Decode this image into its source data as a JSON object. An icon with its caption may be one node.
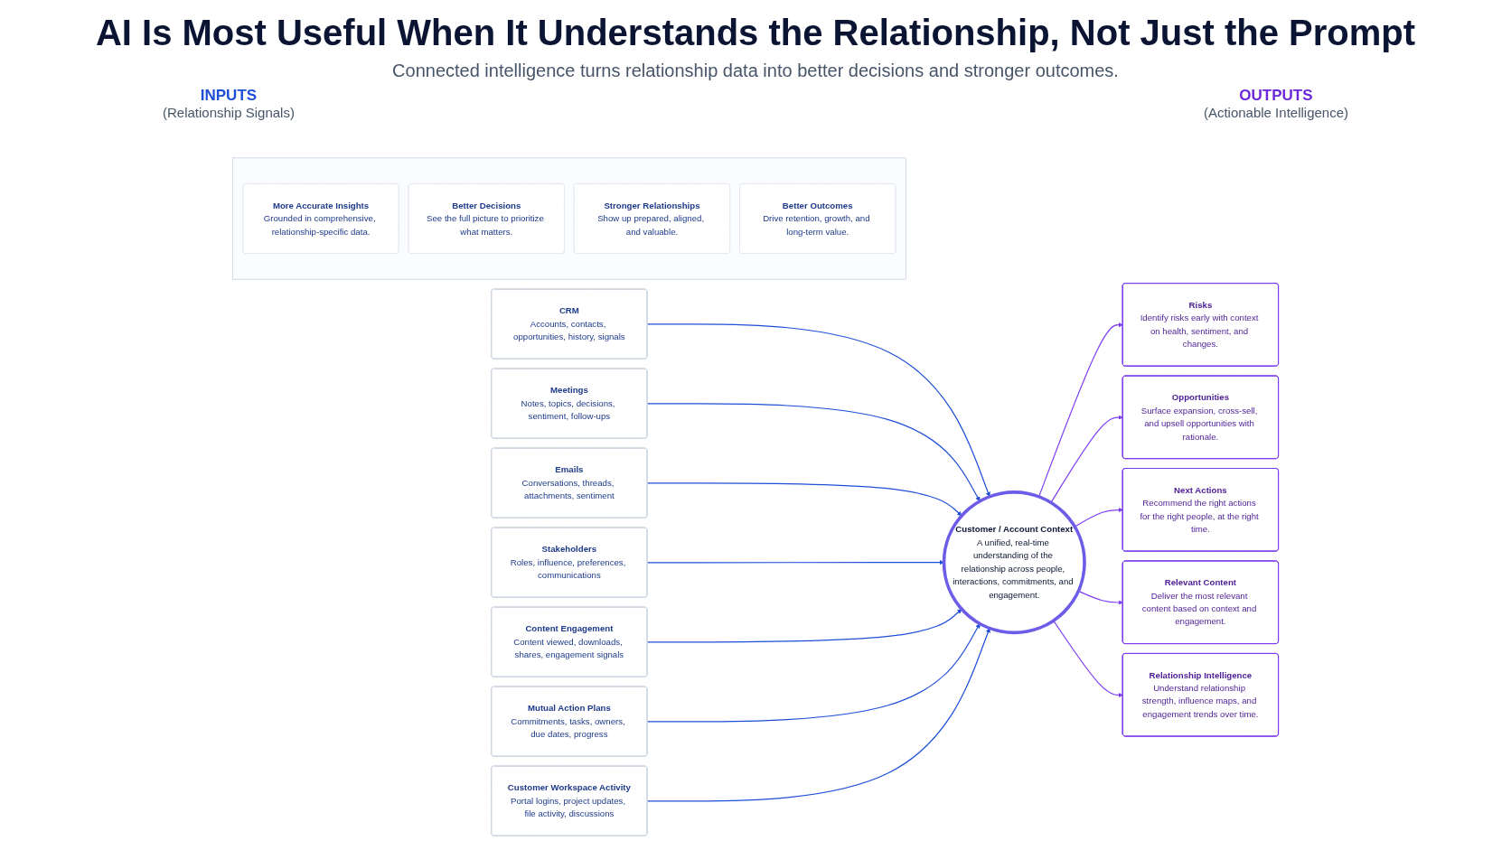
{
  "diagram": {
    "title": "AI Is Most Useful When It Understands the Relationship, Not Just the Prompt",
    "nodes": [
      {
        "text": [
          "CRM",
          "Accounts, contacts, opportunities, history, signals"
        ]
      },
      {
        "text": [
          "Meetings",
          "Notes, topics, decisions, sentiment, follow-ups"
        ]
      },
      {
        "text": [
          "Emails",
          "Conversations, threads, attachments, sentiment"
        ]
      },
      {
        "text": [
          "Stakeholders",
          "Roles, influence, preferences, communications"
        ]
      },
      {
        "text": [
          "Content Engagement",
          "Content viewed, downloads, shares, engagement signals"
        ]
      },
      {
        "text": [
          "Mutual Action Plans",
          "Commitments, tasks, owners, due dates, progress"
        ]
      },
      {
        "text": [
          "Customer Workspace Activity",
          "Portal logins, project updates, file activity, discussions"
        ]
      },
      {
        "text": [
          "Customer / Account Context",
          "A unified, real-time understanding of the relationship across people, interactions, commitments, and engagement."
        ]
      },
      {
        "text": [
          "Risks",
          "Identify risks early with context on health, sentiment, and changes."
        ]
      },
      {
        "text": [
          "Opportunities",
          "Surface expansion, cross-sell, and upsell opportunities with rationale."
        ]
      },
      {
        "text": [
          "Next Actions",
          "Recommend the right actions for the right people, at the right time."
        ]
      },
      {
        "text": [
          "Relevant Content",
          "Deliver the most relevant content based on context and engagement."
        ]
      },
      {
        "text": [
          "Relationship Intelligence",
          "Understand relationship strength, influence maps, and engagement trends over time."
        ]
      },
      {
        "text": [],
        "shape": "box"
      },
      {
        "text": [
          "More Accurate Insights",
          "Grounded in comprehensive, relationship-specific data."
        ],
        "in": 13
      },
      {
        "text": [
          "Better Decisions",
          "See the full picture to prioritize what matters."
        ],
        "in": 13
      },
      {
        "text": [
          "Stronger Relationships",
          "Show up prepared, aligned, and valuable."
        ],
        "in": 13
      },
      {
        "text": [
          "Better Outcomes",
          "Drive retention, growth, and long-term value."
        ],
        "in": 13
      }
    ],
    "edges": [
      {
        "from": 0,
        "to": 7,
        "arrow": "to"
      },
      {
        "from": 1,
        "to": 7,
        "arrow": "to"
      },
      {
        "from": 2,
        "to": 7,
        "arrow": "to"
      },
      {
        "from": 3,
        "to": 7,
        "arrow": "to"
      },
      {
        "from": 4,
        "to": 7,
        "arrow": "to"
      },
      {
        "from": 5,
        "to": 7,
        "arrow": "to"
      },
      {
        "from": 6,
        "to": 7,
        "arrow": "to"
      },
      {
        "from": 7,
        "to": 8,
        "arrow": "to",
        "color": "#7e3ff2"
      },
      {
        "from": 7,
        "to": 9,
        "arrow": "to",
        "color": "#7e3ff2"
      },
      {
        "from": 7,
        "to": 10,
        "arrow": "to",
        "color": "#7e3ff2"
      },
      {
        "from": 7,
        "to": 11,
        "arrow": "to",
        "color": "#7e3ff2"
      },
      {
        "from": 7,
        "to": 12,
        "arrow": "to",
        "color": "#7e3ff2"
      }
    ],
    "labels": [
      "Connected intelligence turns relationship data into better decisions and stronger outcomes.",
      "INPUTS",
      "(Relationship Signals)",
      "OUTPUTS",
      "(Actionable Intelligence)"
    ]
  }
}
